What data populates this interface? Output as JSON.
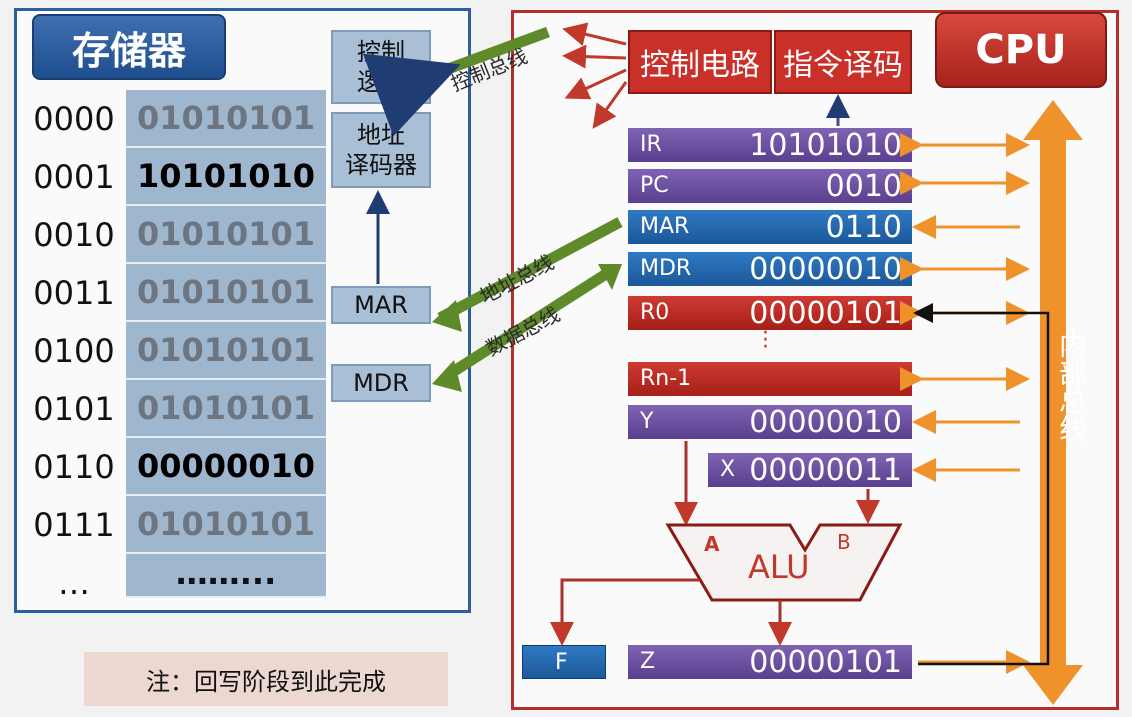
{
  "memory": {
    "title": "存储器",
    "addresses": [
      "0000",
      "0001",
      "0010",
      "0011",
      "0100",
      "0101",
      "0110",
      "0111",
      "…"
    ],
    "contents": [
      "01010101",
      "10101010",
      "01010101",
      "01010101",
      "01010101",
      "01010101",
      "00000010",
      "01010101",
      "……..."
    ],
    "control_logic": "控制\n逻辑",
    "address_decoder": "地址\n译码器",
    "mar_label": "MAR",
    "mdr_label": "MDR"
  },
  "buses": {
    "control": "控制总线",
    "address": "地址总线",
    "data": "数据总线",
    "internal": "内部总线"
  },
  "cpu": {
    "title": "CPU",
    "control_circuit": "控制电路",
    "instruction_decoder": "指令译码",
    "registers": {
      "ir": {
        "name": "IR",
        "value": "10101010"
      },
      "pc": {
        "name": "PC",
        "value": "0010"
      },
      "mar": {
        "name": "MAR",
        "value": "0110"
      },
      "mdr": {
        "name": "MDR",
        "value": "00000010"
      },
      "r0": {
        "name": "R0",
        "value": "00000101"
      },
      "rn": {
        "name": "Rn-1",
        "value": ""
      },
      "y": {
        "name": "Y",
        "value": "00000010"
      },
      "x": {
        "name": "X",
        "value": "00000011"
      },
      "z": {
        "name": "Z",
        "value": "00000101"
      },
      "f": {
        "name": "F",
        "value": ""
      }
    },
    "alu": {
      "label": "ALU",
      "input_a": "A",
      "input_b": "B"
    }
  },
  "note": "注：回写阶段到此完成"
}
